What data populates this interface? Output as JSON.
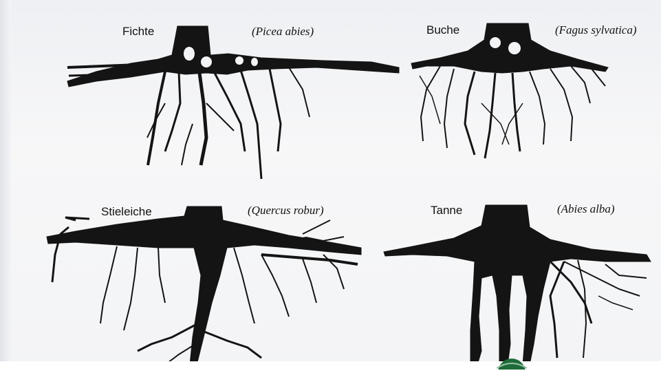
{
  "panels": [
    {
      "common_name": "Fichte",
      "latin_name": "(Picea abies)"
    },
    {
      "common_name": "Buche",
      "latin_name": "(Fagus sylvatica)"
    },
    {
      "common_name": "Stieleiche",
      "latin_name": "(Quercus robur)"
    },
    {
      "common_name": "Tanne",
      "latin_name": "(Abies alba)"
    }
  ],
  "colors": {
    "root_fill": "#141414",
    "background": "#f3f4f6",
    "corner_mark": "#1f6b3a"
  }
}
